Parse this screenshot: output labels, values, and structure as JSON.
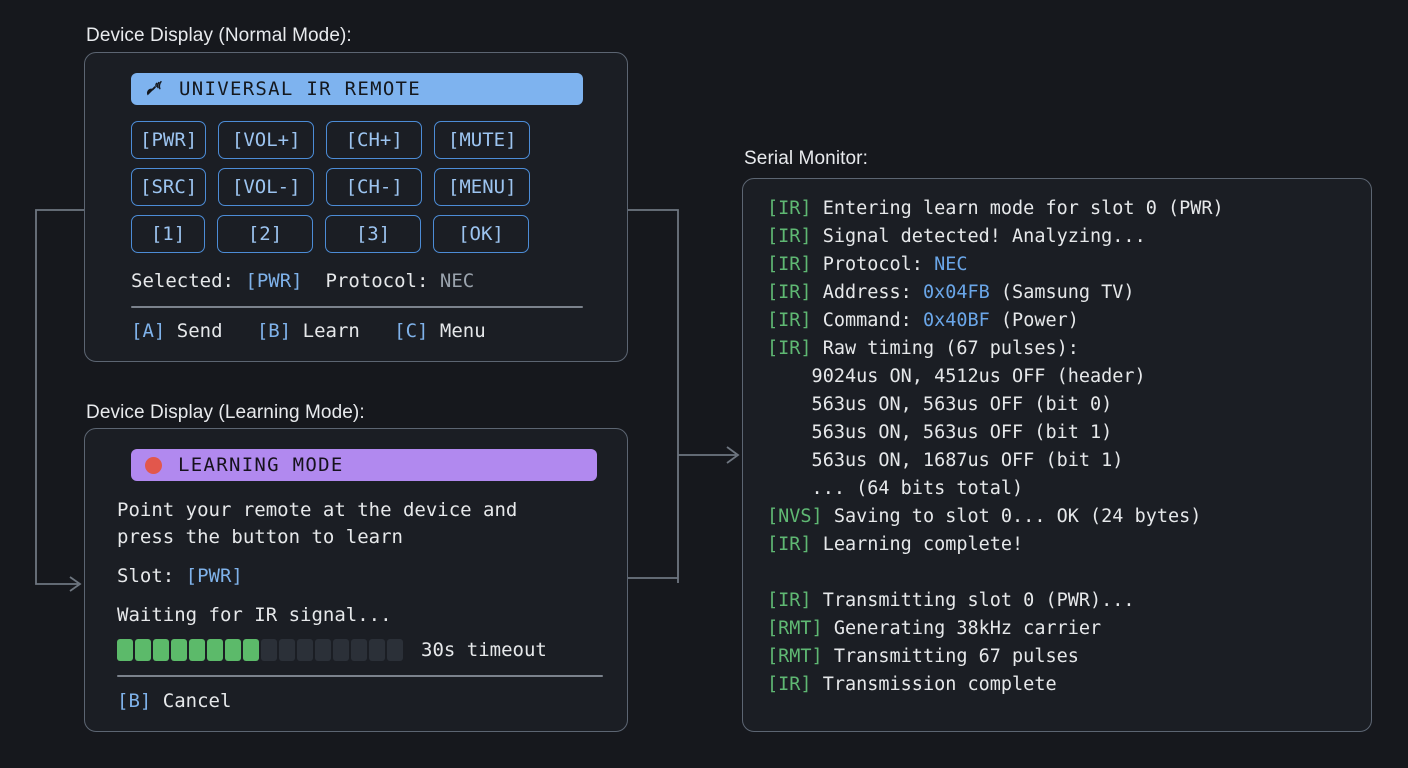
{
  "captions": {
    "device_normal": "Device Display (Normal Mode):",
    "device_learning": "Device Display (Learning Mode):",
    "serial": "Serial Monitor:"
  },
  "colors": {
    "page_bg": "#16181d",
    "panel_bg": "#1b1e24",
    "panel_border": "#5c6572",
    "title_blue": "#7eb3ef",
    "title_purple": "#b189ef",
    "accent_blue": "#7fb2ea",
    "button_border": "#4c8cd6",
    "log_tag_green": "#5fb873",
    "log_value_blue": "#6aa6e8",
    "progress_green": "#5cba6a",
    "progress_empty": "#2b3038",
    "rec_dot_red": "#e2574c",
    "wire_gray": "#6e7680"
  },
  "device_display": {
    "title": "UNIVERSAL IR REMOTE",
    "title_icon": "satellite-dish-icon",
    "buttons": [
      [
        "[PWR]",
        "[VOL+]",
        "[CH+]",
        "[MUTE]"
      ],
      [
        "[SRC]",
        "[VOL-]",
        "[CH-]",
        "[MENU]"
      ],
      [
        "[1]",
        "[2]",
        "[3]",
        "[OK]"
      ]
    ],
    "status": {
      "selected_label": "Selected: ",
      "selected_value": "[PWR]",
      "protocol_label": "  Protocol: ",
      "protocol_value": "NEC"
    },
    "keys": [
      {
        "key": "[A]",
        "label": " Send"
      },
      {
        "key": "[B]",
        "label": " Learn"
      },
      {
        "key": "[C]",
        "label": " Menu"
      }
    ],
    "key_gap": "   "
  },
  "learning_display": {
    "title": "LEARNING MODE",
    "title_icon": "record-dot-icon",
    "instruction": "Point your remote at the device and\npress the button to learn",
    "slot_label": "Slot: ",
    "slot_value": "[PWR]",
    "waiting": "Waiting for IR signal...",
    "progress": {
      "filled": 8,
      "total": 16,
      "timeout_label": "30s timeout"
    },
    "cancel": {
      "key": "[B]",
      "label": " Cancel"
    }
  },
  "serial_monitor": {
    "lines": [
      {
        "tag": "[IR]",
        "text": " Entering learn mode for slot 0 (PWR)"
      },
      {
        "tag": "[IR]",
        "text": " Signal detected! Analyzing..."
      },
      {
        "tag": "[IR]",
        "text": " Protocol: ",
        "value": "NEC",
        "after": ""
      },
      {
        "tag": "[IR]",
        "text": " Address: ",
        "value": "0x04FB",
        "after": " (Samsung TV)"
      },
      {
        "tag": "[IR]",
        "text": " Command: ",
        "value": "0x40BF",
        "after": " (Power)"
      },
      {
        "tag": "[IR]",
        "text": " Raw timing (67 pulses):"
      },
      {
        "tag": "",
        "text": "    9024us ON, 4512us OFF (header)"
      },
      {
        "tag": "",
        "text": "    563us ON, 563us OFF (bit 0)"
      },
      {
        "tag": "",
        "text": "    563us ON, 563us OFF (bit 1)"
      },
      {
        "tag": "",
        "text": "    563us ON, 1687us OFF (bit 1)"
      },
      {
        "tag": "",
        "text": "    ... (64 bits total)"
      },
      {
        "tag": "[NVS]",
        "text": " Saving to slot 0... OK (24 bytes)"
      },
      {
        "tag": "[IR]",
        "text": " Learning complete!"
      },
      {
        "blank": true
      },
      {
        "tag": "[IR]",
        "text": " Transmitting slot 0 (PWR)..."
      },
      {
        "tag": "[RMT]",
        "text": " Generating 38kHz carrier"
      },
      {
        "tag": "[RMT]",
        "text": " Transmitting 67 pulses"
      },
      {
        "tag": "[IR]",
        "text": " Transmission complete"
      }
    ]
  }
}
